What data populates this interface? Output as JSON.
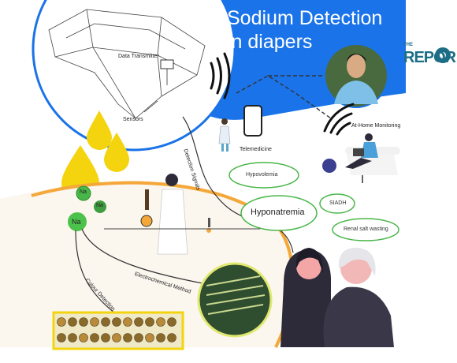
{
  "title": {
    "line1": "Sodium Detection",
    "line2": "in diapers"
  },
  "logo": {
    "small": "THE",
    "big": "REPOR"
  },
  "diaper": {
    "transmitter_label": "Data Transmitter",
    "sensors_label": "Sensors"
  },
  "flow": {
    "detection_signals": "Detection Signals",
    "telemedicine": "Telemedicine",
    "home_monitoring": "At-Home Monitoring",
    "colour_detection": "Colour Detection",
    "electrochemical": "Electrochemical Method"
  },
  "conditions": {
    "hypovolemia": "Hypovolemia",
    "hyponatremia": "Hyponatremia",
    "siadh": "SIADH",
    "renal": "Renal salt wasting"
  },
  "ions": {
    "na1": "Na",
    "na2": "Na",
    "na3": "Na"
  },
  "colors": {
    "blue": "#1a73e8",
    "yellow": "#f3d40f",
    "orange": "#f4a83a",
    "green": "#49b649",
    "dark": "#2d2b3a"
  }
}
